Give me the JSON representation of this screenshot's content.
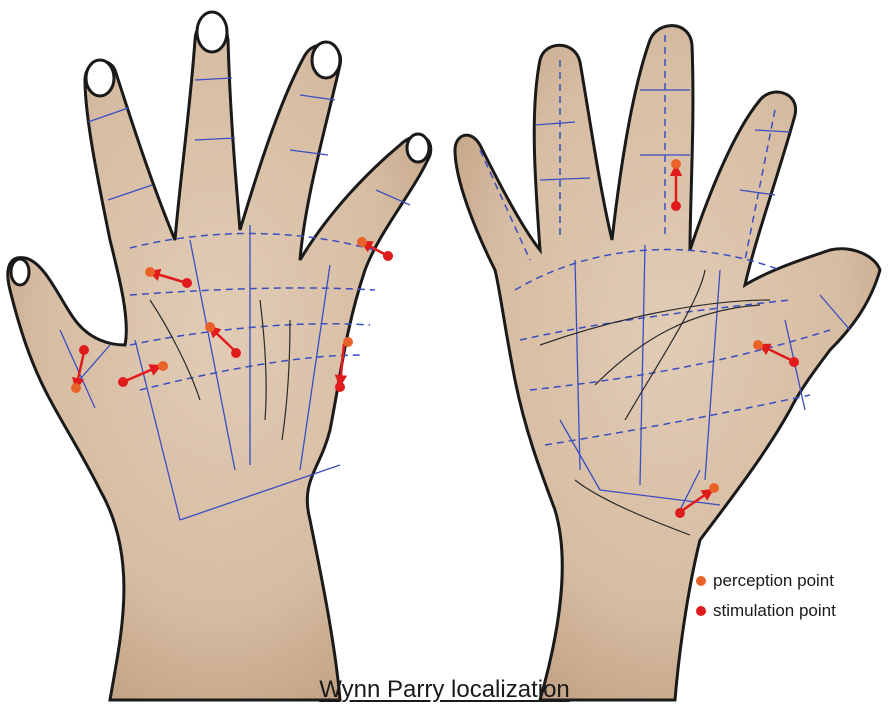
{
  "legend": {
    "perception": {
      "label": "perception point",
      "color": "#e8622a"
    },
    "stimulation": {
      "label": "stimulation point",
      "color": "#e01b1b"
    }
  },
  "caption": "Wynn Parry localization",
  "colors": {
    "skin": "#d9c0a8",
    "skin_shadow": "#c6a78b",
    "outline": "#1a1a1a",
    "grid": "#3a4ec2",
    "nail": "#ffffff"
  }
}
